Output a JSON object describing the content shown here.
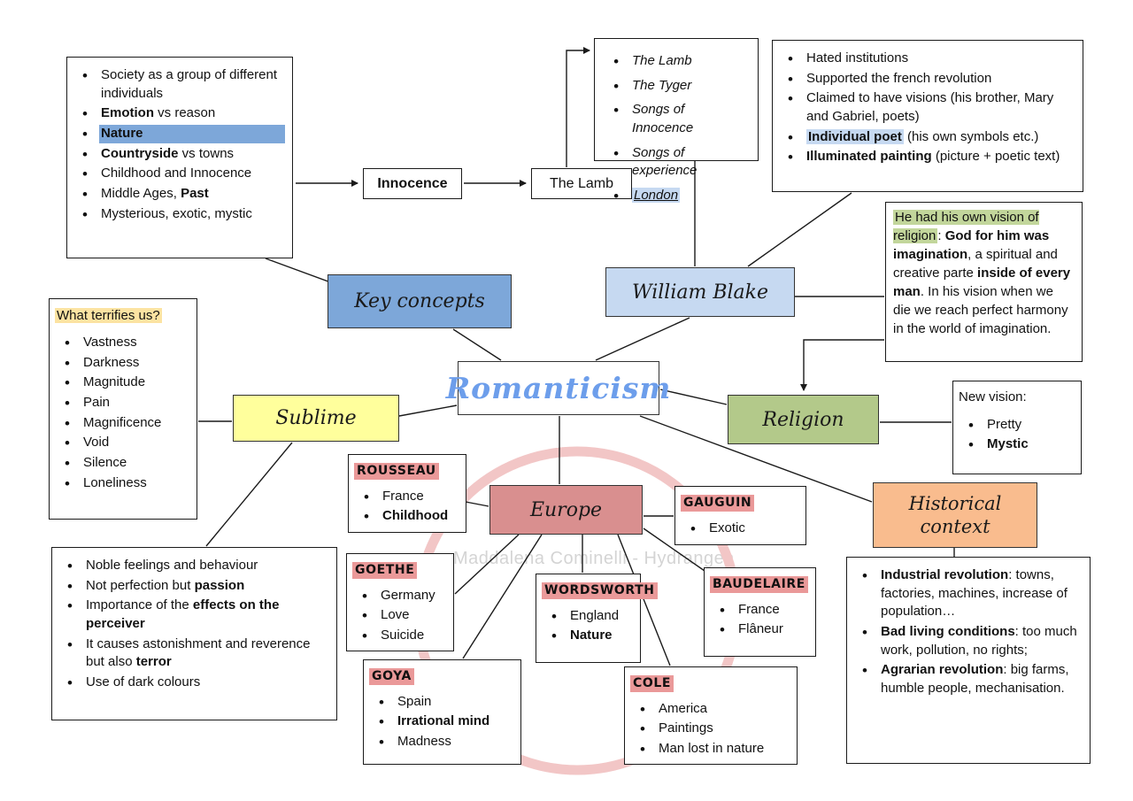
{
  "watermark": "Maddalena Cominelli - Hydrangea",
  "colors": {
    "key_concepts": "#7da7d9",
    "blake": "#c6d9f1",
    "sublime": "#ffff9c",
    "religion": "#b3c98a",
    "europe": "#d98f8f",
    "historical": "#f9bc8e",
    "author_hl": "#ea9999",
    "circle": "#f2c6c6",
    "romanticism_text": "#6d9eeb"
  },
  "center": {
    "label": "Romanticism"
  },
  "branches": {
    "key_concepts": {
      "label": "Key concepts"
    },
    "william_blake": {
      "label": "William Blake"
    },
    "sublime": {
      "label": "Sublime"
    },
    "religion": {
      "label": "Religion"
    },
    "europe": {
      "label": "Europe"
    },
    "historical_context": {
      "label": "Historical context"
    }
  },
  "key_concepts_notes": {
    "items": [
      [
        {
          "t": "Society as a group of different individuals"
        }
      ],
      [
        {
          "t": "Emotion",
          "b": true
        },
        {
          "t": " vs reason"
        }
      ],
      {
        "hl": "#7da7d9",
        "segs": [
          {
            "t": "Nature",
            "b": true
          }
        ]
      },
      [
        {
          "t": "Countryside",
          "b": true
        },
        {
          "t": " vs towns"
        }
      ],
      [
        {
          "t": "Childhood and Innocence"
        }
      ],
      [
        {
          "t": "Middle Ages, "
        },
        {
          "t": "Past",
          "b": true
        }
      ],
      [
        {
          "t": "Mysterious, exotic, mystic"
        }
      ]
    ]
  },
  "innocence_chain": {
    "innocence": "Innocence",
    "the_lamb": "The Lamb"
  },
  "blake_poems": {
    "items": [
      [
        {
          "t": "The Lamb"
        }
      ],
      [
        {
          "t": "The Tyger"
        }
      ],
      [
        {
          "t": "Songs of Innocence"
        }
      ],
      [
        {
          "t": "Songs of experience"
        }
      ],
      [
        {
          "t": "London",
          "hl": "#c6d9f1",
          "u": true
        }
      ]
    ]
  },
  "blake_facts": {
    "items": [
      [
        {
          "t": "Hated institutions"
        }
      ],
      [
        {
          "t": "Supported the french revolution"
        }
      ],
      [
        {
          "t": "Claimed to have visions (his brother, Mary and Gabriel, poets)"
        }
      ],
      [
        {
          "t": "Individual poet",
          "b": true,
          "hl": "#c6d9f1"
        },
        {
          "t": " (his own symbols etc.)"
        }
      ],
      [
        {
          "t": "Illuminated painting",
          "b": true
        },
        {
          "t": " (picture + poetic text)"
        }
      ]
    ]
  },
  "blake_vision": {
    "segments": [
      {
        "t": "He had his own vision of religion",
        "hl": "#c2d69b"
      },
      {
        "t": ": "
      },
      {
        "t": "God for him was imagination",
        "b": true
      },
      {
        "t": ", a spiritual and creative parte "
      },
      {
        "t": "inside of every man",
        "b": true
      },
      {
        "t": ". In his vision when we die we reach perfect harmony in the world of imagination."
      }
    ]
  },
  "sublime_terrifies": {
    "title_segments": [
      {
        "t": "What terrifies us?",
        "hl": "#fce3a2"
      }
    ],
    "items": [
      [
        {
          "t": "Vastness"
        }
      ],
      [
        {
          "t": "Darkness"
        }
      ],
      [
        {
          "t": "Magnitude"
        }
      ],
      [
        {
          "t": "Pain"
        }
      ],
      [
        {
          "t": "Magnificence"
        }
      ],
      [
        {
          "t": "Void"
        }
      ],
      [
        {
          "t": "Silence"
        }
      ],
      [
        {
          "t": "Loneliness"
        }
      ]
    ]
  },
  "sublime_notes": {
    "items": [
      [
        {
          "t": "Noble feelings and behaviour"
        }
      ],
      [
        {
          "t": "Not perfection but "
        },
        {
          "t": "passion",
          "b": true
        }
      ],
      [
        {
          "t": "Importance of the "
        },
        {
          "t": "effects on the perceiver",
          "b": true
        }
      ],
      [
        {
          "t": "It causes astonishment and reverence but also "
        },
        {
          "t": "terror",
          "b": true
        }
      ],
      [
        {
          "t": "Use of dark colours"
        }
      ]
    ]
  },
  "religion_new_vision": {
    "title": "New vision:",
    "items": [
      [
        {
          "t": "Pretty"
        }
      ],
      [
        {
          "t": "Mystic",
          "b": true
        }
      ]
    ]
  },
  "historical_notes": {
    "items": [
      [
        {
          "t": "Industrial revolution",
          "b": true
        },
        {
          "t": ": towns, factories, machines, increase of population…"
        }
      ],
      [
        {
          "t": "Bad living conditions",
          "b": true
        },
        {
          "t": ": too much work, pollution, no rights;"
        }
      ],
      [
        {
          "t": "Agrarian revolution",
          "b": true
        },
        {
          "t": ": big farms, humble people, mechanisation."
        }
      ]
    ]
  },
  "authors": {
    "rousseau": {
      "name": "Rousseau",
      "items": [
        [
          {
            "t": "France"
          }
        ],
        [
          {
            "t": "Childhood",
            "b": true
          }
        ]
      ]
    },
    "gauguin": {
      "name": "Gauguin",
      "items": [
        [
          {
            "t": "Exotic"
          }
        ]
      ]
    },
    "goethe": {
      "name": "Goethe",
      "items": [
        [
          {
            "t": "Germany"
          }
        ],
        [
          {
            "t": "Love"
          }
        ],
        [
          {
            "t": "Suicide"
          }
        ]
      ]
    },
    "wordsworth": {
      "name": "Wordsworth",
      "items": [
        [
          {
            "t": "England"
          }
        ],
        [
          {
            "t": "Nature",
            "b": true
          }
        ]
      ]
    },
    "baudelaire": {
      "name": "Baudelaire",
      "items": [
        [
          {
            "t": "France"
          }
        ],
        [
          {
            "t": "Flâneur"
          }
        ]
      ]
    },
    "goya": {
      "name": "Goya",
      "items": [
        [
          {
            "t": "Spain"
          }
        ],
        [
          {
            "t": "Irrational mind",
            "b": true
          }
        ],
        [
          {
            "t": "Madness"
          }
        ]
      ]
    },
    "cole": {
      "name": "Cole",
      "items": [
        [
          {
            "t": "America"
          }
        ],
        [
          {
            "t": "Paintings"
          }
        ],
        [
          {
            "t": "Man lost in nature"
          }
        ]
      ]
    }
  }
}
